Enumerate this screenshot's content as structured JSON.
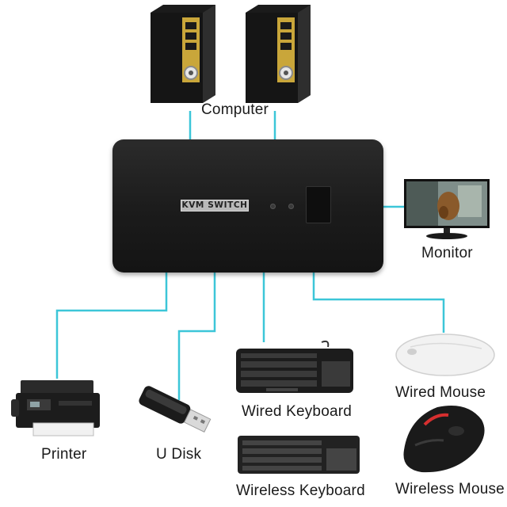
{
  "center_device": {
    "label": "KVM SWITCH"
  },
  "devices": [
    {
      "id": "computer",
      "label": "Computer"
    },
    {
      "id": "monitor",
      "label": "Monitor"
    },
    {
      "id": "printer",
      "label": "Printer"
    },
    {
      "id": "u-disk",
      "label": "U Disk"
    },
    {
      "id": "wired-keyboard",
      "label": "Wired Keyboard"
    },
    {
      "id": "wireless-keyboard",
      "label": "Wireless Keyboard"
    },
    {
      "id": "wired-mouse",
      "label": "Wired Mouse"
    },
    {
      "id": "wireless-mouse",
      "label": "Wireless Mouse"
    }
  ],
  "colors": {
    "connector": "#3cc6d8",
    "switch_body": "#1e1e1e",
    "tower_accent": "#c9a63a"
  }
}
